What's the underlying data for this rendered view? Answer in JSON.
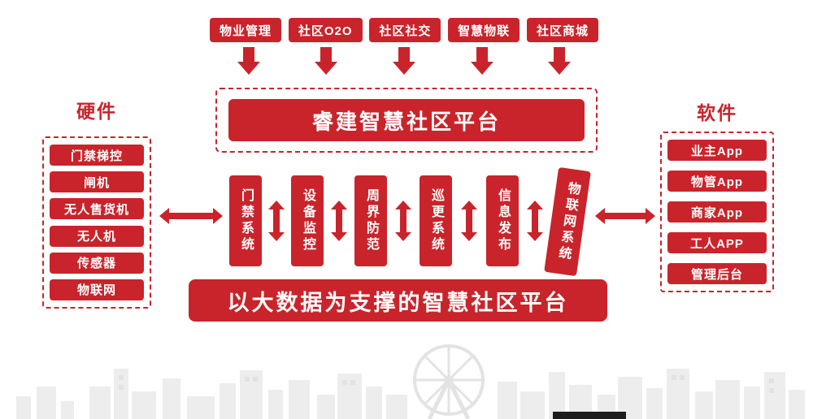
{
  "colors": {
    "accent": "#c9242b",
    "skyline": "#ededed"
  },
  "top_modules": [
    "物业管理",
    "社区O2O",
    "社区社交",
    "智慧物联",
    "社区商城"
  ],
  "platform_title": "睿建智慧社区平台",
  "hardware": {
    "title": "硬件",
    "items": [
      "门禁梯控",
      "闸机",
      "无人售货机",
      "无人机",
      "传感器",
      "物联网"
    ]
  },
  "software": {
    "title": "软件",
    "items": [
      "业主App",
      "物管App",
      "商家App",
      "工人APP",
      "管理后台"
    ]
  },
  "systems": [
    "门禁系统",
    "设备监控",
    "周界防范",
    "巡更系统",
    "信息发布",
    "物联网系统"
  ],
  "bottom_banner": "以大数据为支撑的智慧社区平台"
}
